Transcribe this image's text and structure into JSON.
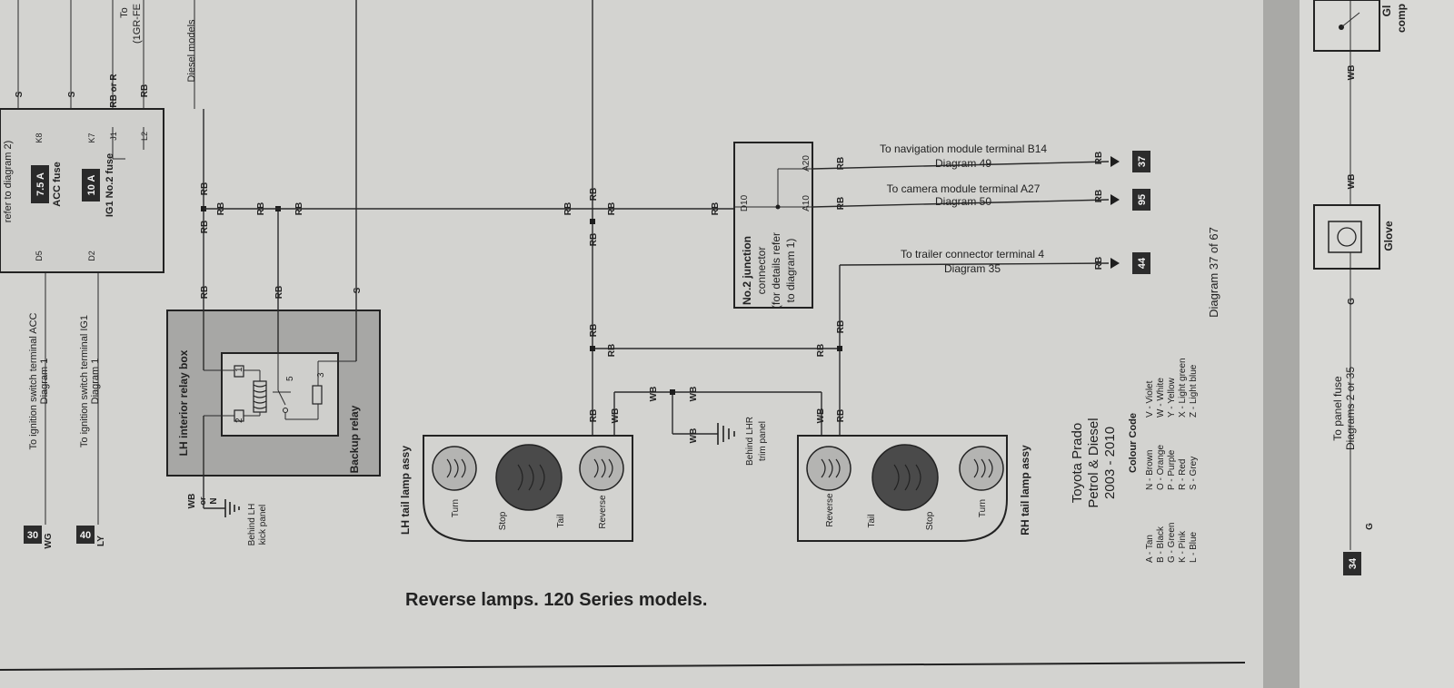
{
  "title": "Reverse lamps. 120 Series models.",
  "footer": "Diagram 37 of 67",
  "vehicle": [
    "Toyota Prado",
    "Petrol & Diesel",
    "2003 - 2010"
  ],
  "colour_code": {
    "heading": "Colour Code",
    "col1": [
      "A - Tan",
      "B - Black",
      "G - Green",
      "K - Pink",
      "L - Blue"
    ],
    "col2": [
      "N - Brown",
      "O - Orange",
      "P - Purple",
      "R - Red",
      "S - Grey"
    ],
    "col3": [
      "V - Violet",
      "W - White",
      "Y - Yellow",
      "X - Light green",
      "Z - Light blue"
    ]
  },
  "refs": {
    "ign_acc": {
      "text": "To ignition switch terminal ACC",
      "diagram": "Diagram 1",
      "badge": "30",
      "wire": "WG"
    },
    "ign_ig1": {
      "text": "To ignition switch terminal IG1",
      "diagram": "Diagram 1",
      "badge": "40",
      "wire": "LY"
    },
    "nav": {
      "text": "To navigation module terminal B14",
      "diagram": "Diagram 49",
      "badge": "37",
      "wire": "RB"
    },
    "camera": {
      "text": "To camera module terminal A27",
      "diagram": "Diagram 50",
      "badge": "95",
      "wire": "RB"
    },
    "trailer": {
      "text": "To trailer connector terminal 4",
      "diagram": "Diagram 35",
      "badge": "44",
      "wire": "RB"
    },
    "panel": {
      "text": "To panel fuse",
      "diagram": "Diagrams 2 or 35",
      "badge": "34",
      "wire": "G"
    }
  },
  "fusebox": {
    "header": "refer to diagram 2)",
    "acc_fuse": {
      "rating": "7.5 A",
      "name": "ACC fuse",
      "pin_in": "D5",
      "pin_out": "K8"
    },
    "ig1_fuse": {
      "rating": "10 A",
      "name": "IG1 No.2 fuse",
      "pin_in": "D2",
      "pin_out": "K7"
    },
    "pin_j1": "J1",
    "pin_l2": "L2"
  },
  "top_labels": {
    "diesel": "Diesel models",
    "wire_s": "S",
    "rb_or_r": "RB or R",
    "rb": "RB"
  },
  "relay_box": {
    "title": "LH interior relay box",
    "relay": "Backup relay",
    "pins": [
      "1",
      "2",
      "3",
      "5"
    ],
    "ground": {
      "wire": "WB",
      "or": "or",
      "alt": "N",
      "location": [
        "Behind LH",
        "kick panel"
      ]
    }
  },
  "junction": {
    "title": [
      "No.2 junction",
      "connector",
      "(for details refer",
      "to diagram 1)"
    ],
    "pins": [
      "D10",
      "A10",
      "A20"
    ]
  },
  "lh_lamp": {
    "title": "LH tail lamp assy",
    "labels": [
      "Turn",
      "Stop",
      "Tail",
      "Reverse"
    ]
  },
  "rh_lamp": {
    "title": "RH tail lamp assy",
    "labels": [
      "Reverse",
      "Tail",
      "Stop",
      "Turn"
    ]
  },
  "lhr_ground": [
    "Behind LHR",
    "trim panel"
  ],
  "wire_labels": {
    "rb": "RB",
    "wb": "WB",
    "s": "S",
    "g": "G"
  },
  "partial": {
    "top_right": "To",
    "top_right2": "(1GR-FE",
    "right_edge": "Gl",
    "right_edge2": "comp",
    "glove": "Glove"
  }
}
